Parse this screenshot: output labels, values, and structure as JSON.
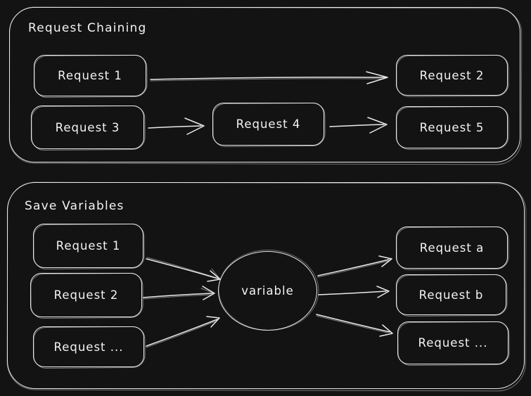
{
  "diagram": {
    "colors": {
      "background": "#131313",
      "stroke": "#e9e9ec",
      "text": "#f3f3f5"
    },
    "request_chaining": {
      "title": "Request Chaining",
      "nodes": [
        "Request 1",
        "Request 2",
        "Request 3",
        "Request 4",
        "Request 5"
      ]
    },
    "save_variables": {
      "title": "Save Variables",
      "sources": [
        "Request 1",
        "Request 2",
        "Request ..."
      ],
      "variable_label": "variable",
      "targets": [
        "Request a",
        "Request b",
        "Request ..."
      ]
    }
  }
}
